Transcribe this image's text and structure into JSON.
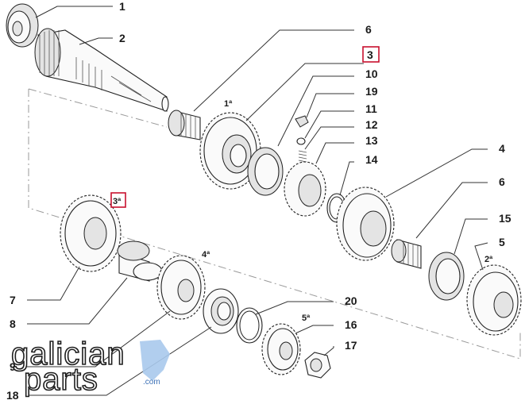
{
  "diagram": {
    "callouts": [
      {
        "id": "c1",
        "text": "1"
      },
      {
        "id": "c2",
        "text": "2"
      },
      {
        "id": "c6a",
        "text": "6"
      },
      {
        "id": "c3",
        "text": "3"
      },
      {
        "id": "c10",
        "text": "10"
      },
      {
        "id": "c19",
        "text": "19"
      },
      {
        "id": "c11",
        "text": "11"
      },
      {
        "id": "c12",
        "text": "12"
      },
      {
        "id": "c13",
        "text": "13"
      },
      {
        "id": "c14",
        "text": "14"
      },
      {
        "id": "c4",
        "text": "4"
      },
      {
        "id": "c6b",
        "text": "6"
      },
      {
        "id": "c15",
        "text": "15"
      },
      {
        "id": "c5",
        "text": "5"
      },
      {
        "id": "c7",
        "text": "7"
      },
      {
        "id": "c8",
        "text": "8"
      },
      {
        "id": "c9",
        "text": "9"
      },
      {
        "id": "c18",
        "text": "18"
      },
      {
        "id": "c20",
        "text": "20"
      },
      {
        "id": "c16",
        "text": "16"
      },
      {
        "id": "c17",
        "text": "17"
      }
    ],
    "gear_labels": {
      "first": "1ª",
      "second": "2ª",
      "third": "3ª",
      "fourth": "4ª",
      "fifth": "5ª"
    },
    "highlight_color": "#c8102e"
  },
  "watermark": {
    "line1": "galician",
    "line2": "parts",
    "suffix": ".com",
    "accent": "#a9c9ec"
  }
}
